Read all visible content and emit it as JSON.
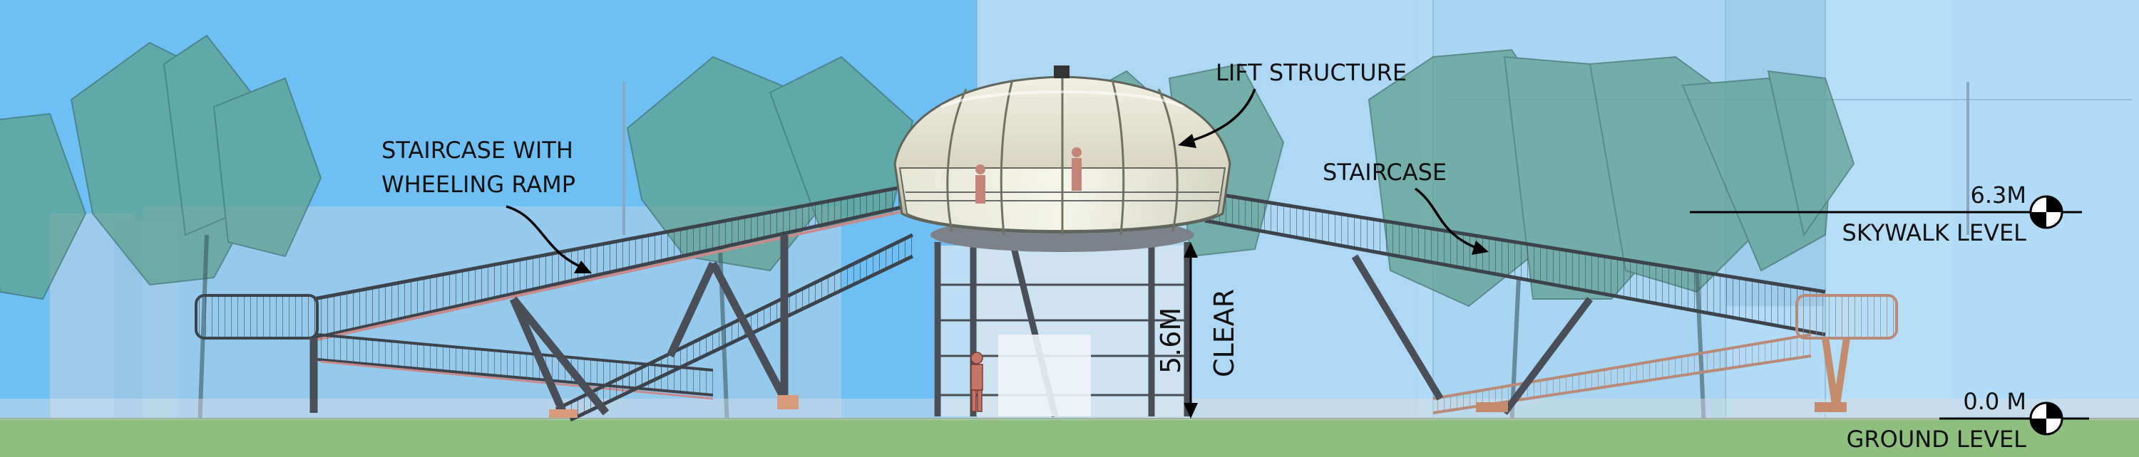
{
  "labels": {
    "staircase_with_ramp_line1": "STAIRCASE WITH",
    "staircase_with_ramp_line2": "WHEELING RAMP",
    "lift_structure": "LIFT STRUCTURE",
    "staircase": "STAIRCASE",
    "skywalk_value": "6.3M",
    "skywalk_label": "SKYWALK LEVEL",
    "ground_value": "0.0 M",
    "ground_label": "GROUND LEVEL",
    "clearance": "5.6M",
    "clearance_word": "CLEAR"
  },
  "colors": {
    "sky": "#6ec0f4",
    "sky_pale": "#b4dcf5",
    "ground": "#8fbf7f",
    "tree": "#5e9e8c",
    "structure": "#4a4f57",
    "dome": "#dcdcc8",
    "ramp_pink": "#c9a79a"
  },
  "levels": {
    "skywalk_m": 6.3,
    "ground_m": 0.0,
    "clearance_m": 5.6
  }
}
